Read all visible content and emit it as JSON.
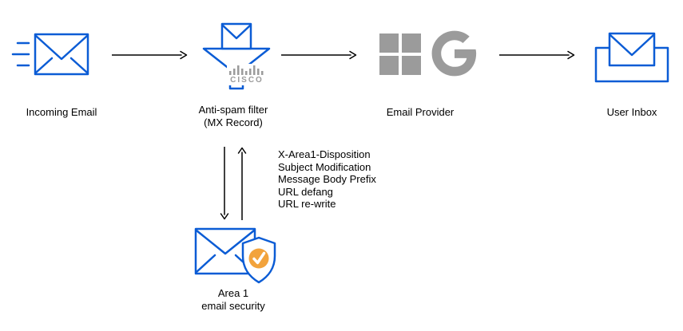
{
  "diagram": {
    "nodes": {
      "incoming_email": {
        "label": "Incoming Email"
      },
      "anti_spam_filter": {
        "label_line1": "Anti-spam filter",
        "label_line2": "(MX Record)",
        "vendor_logo_text": "CISCO"
      },
      "email_provider": {
        "label": "Email Provider"
      },
      "user_inbox": {
        "label": "User Inbox"
      },
      "area1_email_security": {
        "label_line1": "Area 1",
        "label_line2": "email security"
      }
    },
    "edge_annotations": [
      "X-Area1-Disposition",
      "Subject Modification",
      "Message Body Prefix",
      "URL defang",
      "URL re-write"
    ],
    "icons": {
      "incoming_email": "envelope-with-speed-lines-icon",
      "anti_spam_filter": "envelope-into-funnel-icon",
      "anti_spam_vendor": "cisco-logo",
      "email_provider": [
        "microsoft-logo",
        "google-logo"
      ],
      "user_inbox": "envelope-in-tray-icon",
      "area1_email_security": "envelope-with-shield-check-icon"
    },
    "colors": {
      "primary_blue": "#0b5cd5",
      "logo_gray": "#9b9b9b",
      "arrow_black": "#000000",
      "badge_orange": "#f2a33c"
    }
  }
}
